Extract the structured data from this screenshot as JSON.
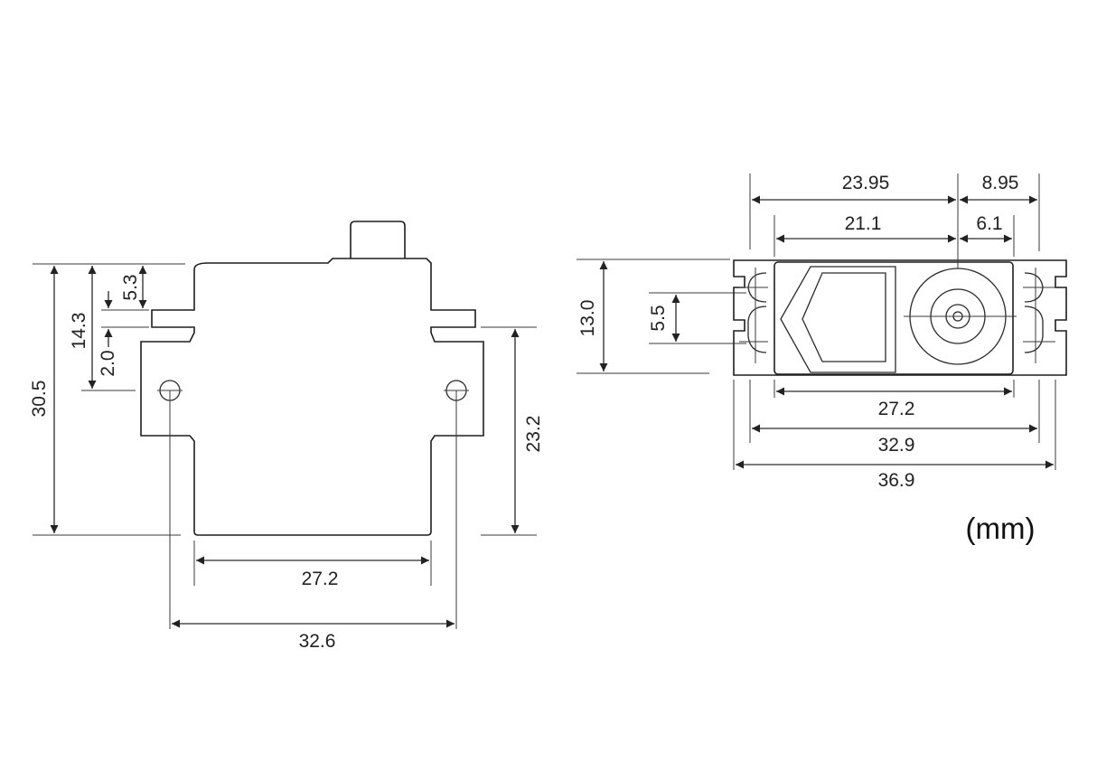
{
  "side_view": {
    "dims": {
      "height_total": "30.5",
      "height_upper": "14.3",
      "top_offset": "5.3",
      "tab_thickness": "2.0",
      "tab_height": "23.2",
      "body_width": "27.2",
      "hole_spacing": "32.6"
    }
  },
  "top_view": {
    "dims": {
      "axis_offset_outer": "23.95",
      "axis_offset_tail": "8.95",
      "axis_offset_inner": "21.1",
      "axis_to_end": "6.1",
      "depth": "13.0",
      "hole_pitch": "5.5",
      "body_length": "27.2",
      "hole_spacing": "32.9",
      "overall_length": "36.9"
    }
  },
  "unit_label": "(mm)",
  "colors": {
    "line": "#1e1e1e",
    "background": "#ffffff"
  }
}
